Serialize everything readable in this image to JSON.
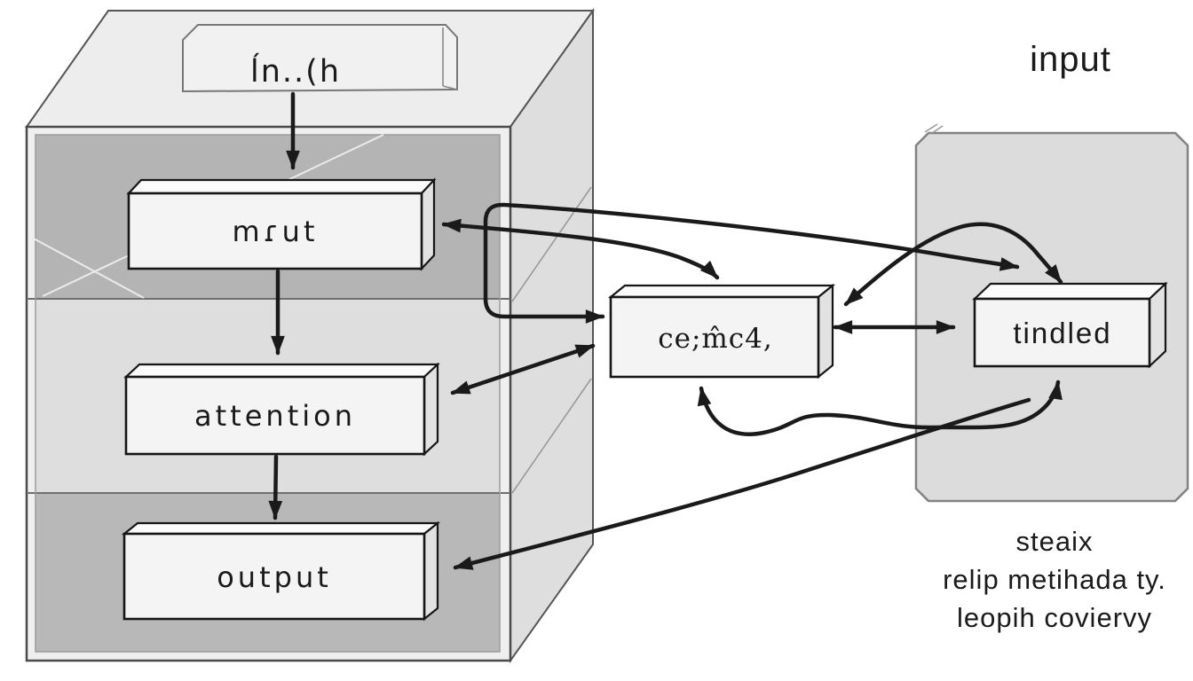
{
  "diagram_title": "layered-architecture-diagram",
  "colors": {
    "background": "#ffffff",
    "line": "#1a1a1a",
    "cube_band_dark": "#b4b4b4",
    "cube_band_light": "#dedede",
    "cube_frame": "#ededed",
    "box_face": "#f4f4f4",
    "panel_fill": "#dcdcdc"
  },
  "cube": {
    "plate_label": "ĺn..(h",
    "layers": [
      {
        "label": "mɾut"
      },
      {
        "label": "attention"
      },
      {
        "label": "output"
      }
    ]
  },
  "middle_box": {
    "label": "ce;m̂c4,"
  },
  "right_panel": {
    "title": "input",
    "box_label": "tindled",
    "caption_lines": [
      "steaix",
      "relip metihada ty.",
      "leopih coviervy"
    ]
  }
}
